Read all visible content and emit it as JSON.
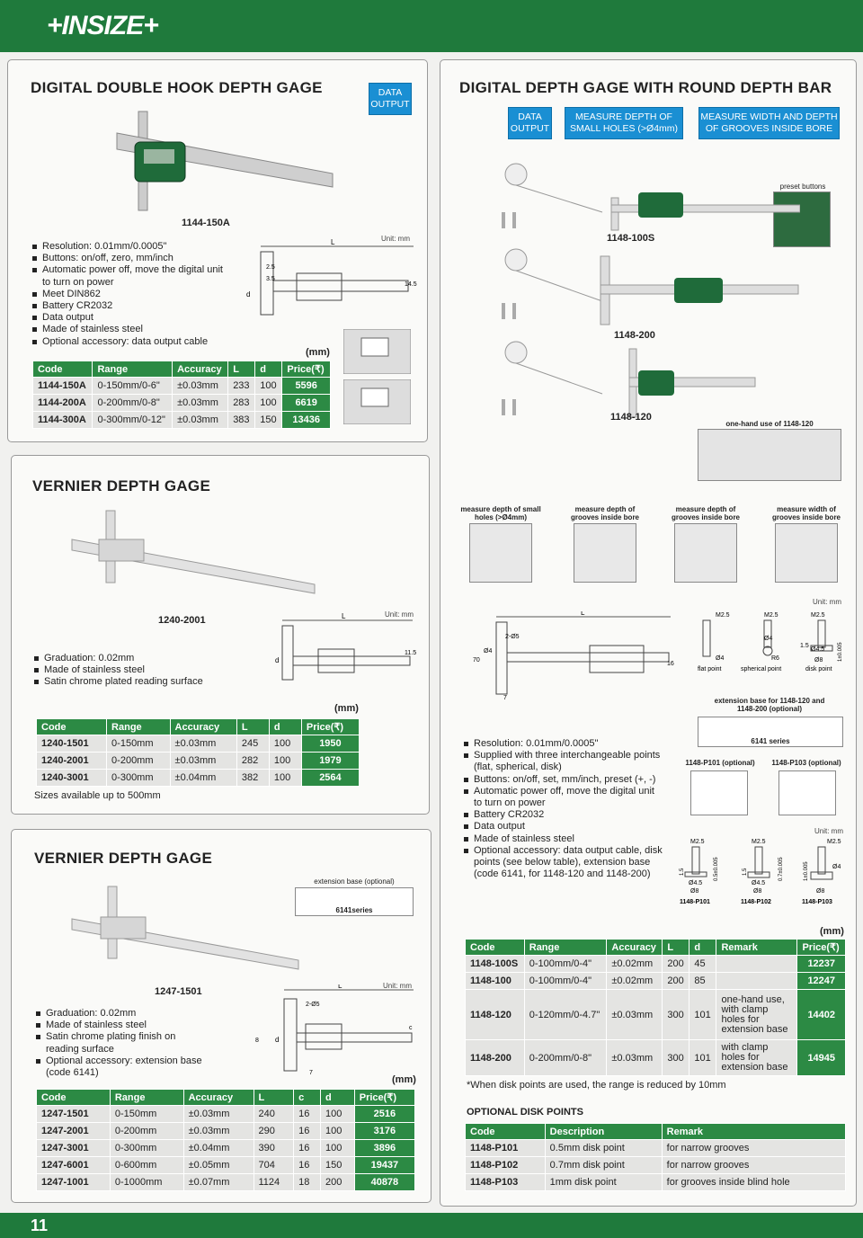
{
  "brand": "INSIZE",
  "page_number": "11",
  "p1": {
    "title": "DIGITAL DOUBLE HOOK DEPTH GAGE",
    "tag": "DATA OUTPUT",
    "caption": "1144-150A",
    "bullets": [
      "Resolution: 0.01mm/0.0005\"",
      "Buttons: on/off, zero, mm/inch",
      "Automatic power off, move the digital unit to turn on power",
      "Meet DIN862",
      "Battery CR2032",
      "Data output",
      "Made of stainless steel",
      "Optional accessory: data output cable"
    ],
    "unit": "Unit: mm",
    "dims": {
      "L": "L",
      "d": "d",
      "a": "2.5",
      "b": "3.5",
      "c": "14.5"
    },
    "mm": "(mm)",
    "headers": [
      "Code",
      "Range",
      "Accuracy",
      "L",
      "d",
      "Price(₹)"
    ],
    "rows": [
      [
        "1144-150A",
        "0-150mm/0-6\"",
        "±0.03mm",
        "233",
        "100",
        "5596"
      ],
      [
        "1144-200A",
        "0-200mm/0-8\"",
        "±0.03mm",
        "283",
        "100",
        "6619"
      ],
      [
        "1144-300A",
        "0-300mm/0-12\"",
        "±0.03mm",
        "383",
        "150",
        "13436"
      ]
    ]
  },
  "p2": {
    "title": "VERNIER DEPTH GAGE",
    "caption": "1240-2001",
    "bullets": [
      "Graduation: 0.02mm",
      "Made of stainless steel",
      "Satin chrome plated reading surface"
    ],
    "unit": "Unit: mm",
    "dims": {
      "L": "L",
      "d": "d",
      "c": "11.5"
    },
    "mm": "(mm)",
    "headers": [
      "Code",
      "Range",
      "Accuracy",
      "L",
      "d",
      "Price(₹)"
    ],
    "rows": [
      [
        "1240-1501",
        "0-150mm",
        "±0.03mm",
        "245",
        "100",
        "1950"
      ],
      [
        "1240-2001",
        "0-200mm",
        "±0.03mm",
        "282",
        "100",
        "1979"
      ],
      [
        "1240-3001",
        "0-300mm",
        "±0.04mm",
        "382",
        "100",
        "2564"
      ]
    ],
    "note": "Sizes available up to 500mm"
  },
  "p3": {
    "title": "VERNIER DEPTH GAGE",
    "ext_label": "extension base (optional)",
    "ext_series": "6141series",
    "caption": "1247-1501",
    "bullets": [
      "Graduation: 0.02mm",
      "Made of stainless steel",
      "Satin chrome plating finish on reading surface",
      "Optional accessory: extension base (code 6141)"
    ],
    "unit": "Unit: mm",
    "dims": {
      "L": "L",
      "d": "d",
      "c": "c",
      "a": "2-Ø5",
      "e": "8",
      "f": "7"
    },
    "mm": "(mm)",
    "headers": [
      "Code",
      "Range",
      "Accuracy",
      "L",
      "c",
      "d",
      "Price(₹)"
    ],
    "rows": [
      [
        "1247-1501",
        "0-150mm",
        "±0.03mm",
        "240",
        "16",
        "100",
        "2516"
      ],
      [
        "1247-2001",
        "0-200mm",
        "±0.03mm",
        "290",
        "16",
        "100",
        "3176"
      ],
      [
        "1247-3001",
        "0-300mm",
        "±0.04mm",
        "390",
        "16",
        "100",
        "3896"
      ],
      [
        "1247-6001",
        "0-600mm",
        "±0.05mm",
        "704",
        "16",
        "150",
        "19437"
      ],
      [
        "1247-1001",
        "0-1000mm",
        "±0.07mm",
        "1124",
        "18",
        "200",
        "40878"
      ]
    ]
  },
  "p4": {
    "title": "DIGITAL DEPTH GAGE WITH ROUND DEPTH BAR",
    "tags": [
      "DATA OUTPUT",
      "MEASURE DEPTH OF SMALL HOLES (>Ø4mm)",
      "MEASURE WIDTH AND DEPTH OF GROOVES INSIDE BORE"
    ],
    "preset": "preset buttons",
    "captions": [
      "1148-100S",
      "1148-200",
      "1148-120"
    ],
    "onehand": "one-hand use of 1148-120",
    "uses": [
      "measure depth of small holes (>Ø4mm)",
      "measure depth of grooves inside bore",
      "measure depth of grooves inside bore",
      "measure width of grooves inside bore"
    ],
    "unit": "Unit: mm",
    "dims": {
      "L": "L",
      "a": "2-Ø5",
      "b": "70",
      "c": "Ø4",
      "d": "16",
      "e": "7"
    },
    "points": {
      "m1": "M2.5",
      "m2": "M2.5",
      "m3": "M2.5",
      "p1": "Ø4",
      "p2": "Ø4",
      "r": "R6",
      "p3": "Ø4.5",
      "p4": "Ø8",
      "h": "1.5",
      "tol": "1±0.005",
      "flat": "flat point",
      "sph": "spherical point",
      "disk": "disk point"
    },
    "ext_title": "extension base for 1148-120 and 1148-200 (optional)",
    "ext_series": "6141 series",
    "p101": "1148-P101 (optional)",
    "p103": "1148-P103 (optional)",
    "bullets": [
      "Resolution: 0.01mm/0.0005\"",
      "Supplied with three interchangeable points (flat, spherical, disk)",
      "Buttons: on/off, set, mm/inch, preset (+, -)",
      "Automatic power off, move the digital unit to turn on power",
      "Battery CR2032",
      "Data output",
      "Made of stainless steel",
      "Optional accessory: data output cable, disk points (see below table), extension base (code 6141, for 1148-120 and 1148-200)"
    ],
    "unit2": "Unit: mm",
    "disk_labels": [
      "1148-P101",
      "1148-P102",
      "1148-P103"
    ],
    "disk_dims": {
      "m": "M2.5",
      "a": "Ø4.5",
      "b": "Ø8",
      "c": "1.5",
      "d": "0.5±0.005",
      "e": "0.7±0.005",
      "f": "1±0.005",
      "g": "Ø4"
    },
    "mm": "(mm)",
    "headers": [
      "Code",
      "Range",
      "Accuracy",
      "L",
      "d",
      "Remark",
      "Price(₹)"
    ],
    "rows": [
      [
        "1148-100S",
        "0-100mm/0-4\"",
        "±0.02mm",
        "200",
        "45",
        "",
        "12237"
      ],
      [
        "1148-100",
        "0-100mm/0-4\"",
        "±0.02mm",
        "200",
        "85",
        "",
        "12247"
      ],
      [
        "1148-120",
        "0-120mm/0-4.7\"",
        "±0.03mm",
        "300",
        "101",
        "one-hand use, with clamp holes for extension base",
        "14402"
      ],
      [
        "1148-200",
        "0-200mm/0-8\"",
        "±0.03mm",
        "300",
        "101",
        "with clamp holes for extension base",
        "14945"
      ]
    ],
    "footnote": "*When disk points are used, the range is reduced by 10mm",
    "opt_title": "OPTIONAL DISK POINTS",
    "opt_headers": [
      "Code",
      "Description",
      "Remark"
    ],
    "opt_rows": [
      [
        "1148-P101",
        "0.5mm disk point",
        "for narrow grooves"
      ],
      [
        "1148-P102",
        "0.7mm disk point",
        "for narrow grooves"
      ],
      [
        "1148-P103",
        "1mm disk point",
        "for grooves inside blind hole"
      ]
    ]
  }
}
